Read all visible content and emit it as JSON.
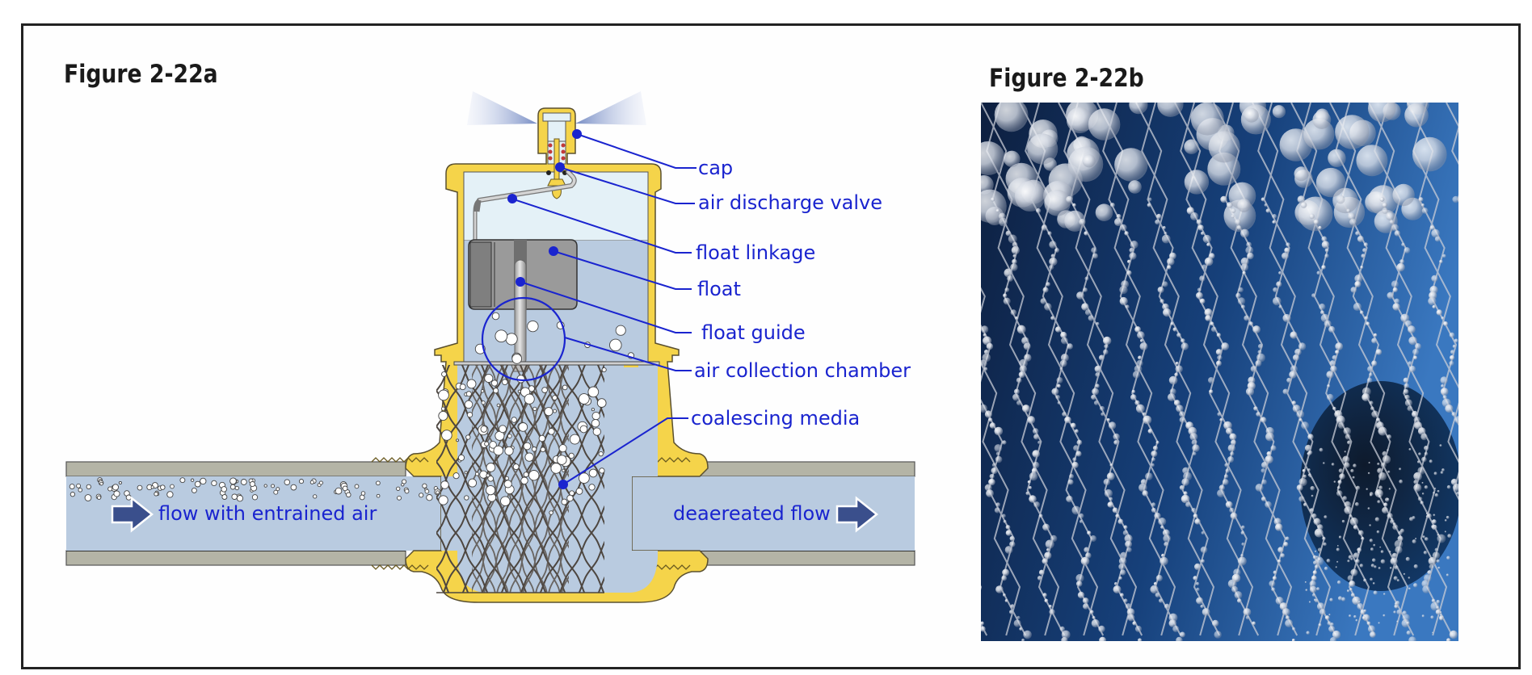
{
  "figure_a": {
    "title": "Figure 2-22a",
    "callouts": [
      {
        "id": "cap",
        "label": "cap"
      },
      {
        "id": "air-discharge-valve",
        "label": "air discharge valve"
      },
      {
        "id": "float-linkage",
        "label": "float linkage"
      },
      {
        "id": "float",
        "label": "float"
      },
      {
        "id": "float-guide",
        "label": "float guide"
      },
      {
        "id": "air-collection-chamber",
        "label": "air collection chamber"
      },
      {
        "id": "coalescing-media",
        "label": "coalescing media"
      }
    ],
    "inlet_label": "flow with entrained air",
    "outlet_label": "deaereated flow",
    "colors": {
      "label_blue": "#1a24cf",
      "brass": "#f5d44a",
      "water": "#b9cbe0",
      "air_space": "#e4f1f7",
      "pipe_wall": "#b4b4a6",
      "float": "#9a9a9a",
      "media": "#4d4640",
      "arrow": "#3a4f8c"
    }
  },
  "figure_b": {
    "title": "Figure 2-22b",
    "photo_subject": "air bubbles coalescing on mesh media in water"
  }
}
